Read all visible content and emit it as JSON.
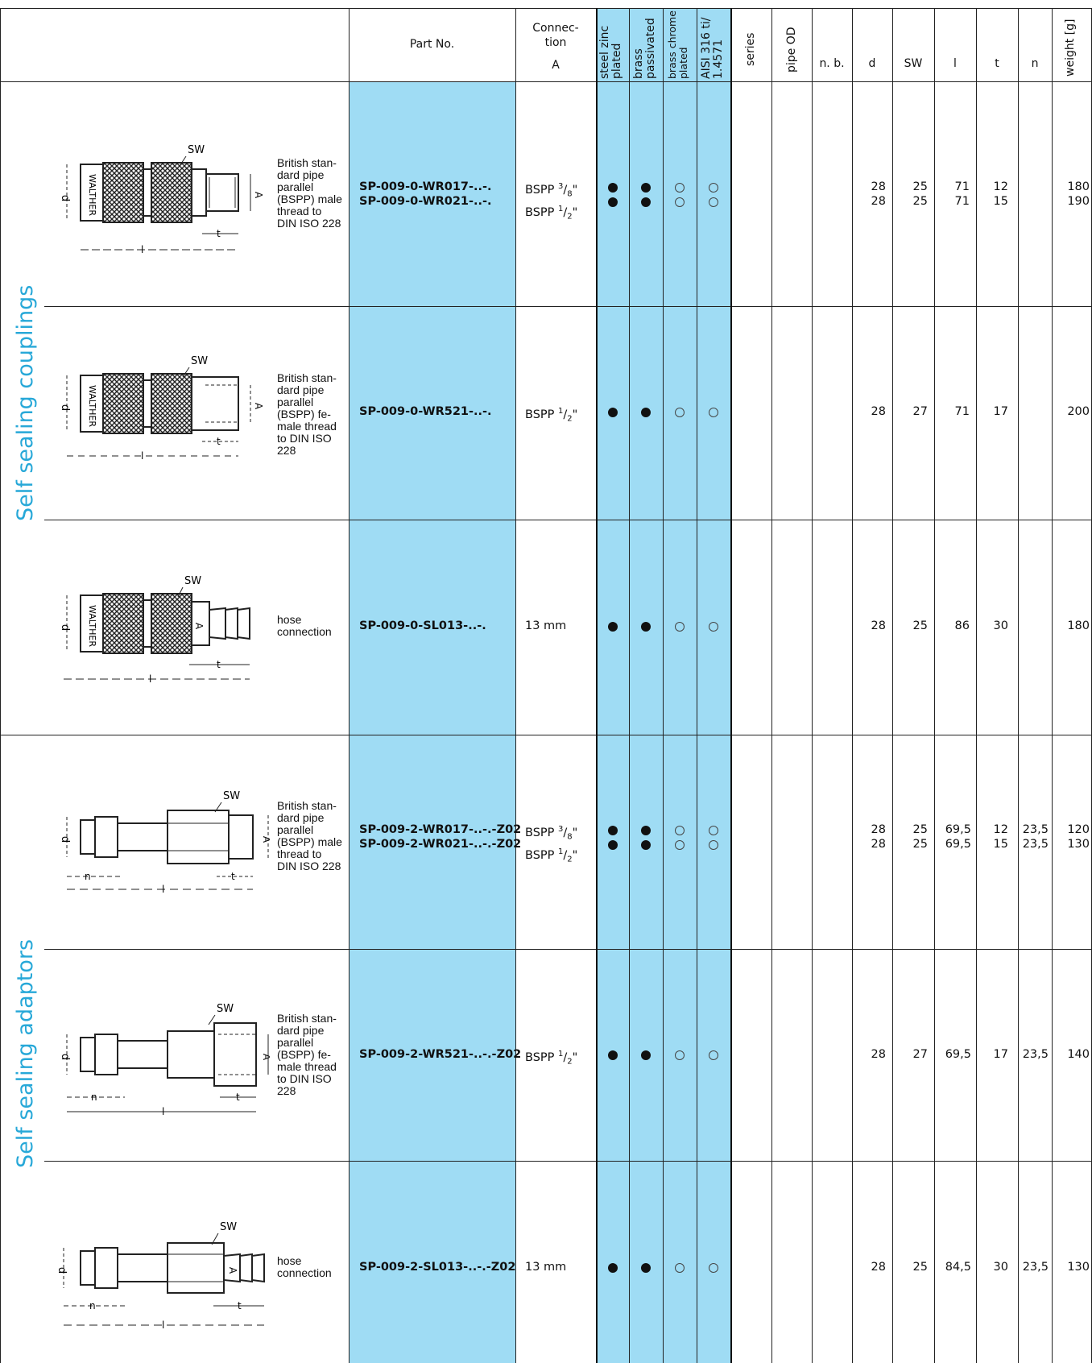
{
  "table": {
    "headers": {
      "part_no": "Part No.",
      "connection_1": "Connec-",
      "connection_2": "tion",
      "connection_3": "A",
      "steel_1": "steel zinc",
      "steel_2": "plated",
      "brass_pass_1": "brass",
      "brass_pass_2": "passivated",
      "brass_chrome_1": "brass chrome",
      "brass_chrome_2": "plated",
      "aisi_1": "AISI 316 ti/",
      "aisi_2": "1.4571",
      "series": "series",
      "pipe_od": "pipe OD",
      "nb": "n. b.",
      "d": "d",
      "sw": "SW",
      "l": "l",
      "t": "t",
      "n": "n",
      "weight": "weight [g]"
    },
    "sections": {
      "couplings": "Self sealing couplings",
      "adaptors": "Self sealing adaptors"
    },
    "drawing_labels": {
      "sw": "SW",
      "d": "d",
      "a": "A",
      "l": "l",
      "t": "t",
      "n": "n",
      "brand": "WALTHER"
    },
    "rows": [
      {
        "desc": [
          "British stan-",
          "dard pipe",
          "parallel",
          "(BSPP) male",
          "thread to",
          "DIN ISO 228"
        ],
        "parts": [
          "SP-009-0-WR017-..-.",
          "SP-009-0-WR021-..-."
        ],
        "conn": [
          {
            "base": "BSPP ",
            "num": "3",
            "den": "8",
            "tail": "\""
          },
          {
            "base": "BSPP ",
            "num": "1",
            "den": "2",
            "tail": "\""
          }
        ],
        "d": [
          "28",
          "28"
        ],
        "sw": [
          "25",
          "25"
        ],
        "l": [
          "71",
          "71"
        ],
        "t": [
          "12",
          "15"
        ],
        "n": [
          "",
          ""
        ],
        "weight": [
          "180",
          "190"
        ]
      },
      {
        "desc": [
          "British stan-",
          "dard pipe",
          "parallel",
          "(BSPP) fe-",
          "male thread",
          "to DIN ISO",
          "228"
        ],
        "parts": [
          "SP-009-0-WR521-..-."
        ],
        "conn": [
          {
            "base": "BSPP ",
            "num": "1",
            "den": "2",
            "tail": "\""
          }
        ],
        "d": [
          "28"
        ],
        "sw": [
          "27"
        ],
        "l": [
          "71"
        ],
        "t": [
          "17"
        ],
        "n": [
          ""
        ],
        "weight": [
          "200"
        ]
      },
      {
        "desc": [
          "hose",
          "connection"
        ],
        "parts": [
          "SP-009-0-SL013-..-."
        ],
        "conn": [
          {
            "base": "13 mm",
            "num": "",
            "den": "",
            "tail": ""
          }
        ],
        "d": [
          "28"
        ],
        "sw": [
          "25"
        ],
        "l": [
          "86"
        ],
        "t": [
          "30"
        ],
        "n": [
          ""
        ],
        "weight": [
          "180"
        ]
      },
      {
        "desc": [
          "British stan-",
          "dard pipe",
          "parallel",
          "(BSPP) male",
          "thread to",
          "DIN ISO 228"
        ],
        "parts": [
          "SP-009-2-WR017-..-.-Z02",
          "SP-009-2-WR021-..-.-Z02"
        ],
        "conn": [
          {
            "base": "BSPP ",
            "num": "3",
            "den": "8",
            "tail": "\""
          },
          {
            "base": "BSPP ",
            "num": "1",
            "den": "2",
            "tail": "\""
          }
        ],
        "d": [
          "28",
          "28"
        ],
        "sw": [
          "25",
          "25"
        ],
        "l": [
          "69,5",
          "69,5"
        ],
        "t": [
          "12",
          "15"
        ],
        "n": [
          "23,5",
          "23,5"
        ],
        "weight": [
          "120",
          "130"
        ]
      },
      {
        "desc": [
          "British stan-",
          "dard pipe",
          "parallel",
          "(BSPP) fe-",
          "male thread",
          "to DIN ISO",
          "228"
        ],
        "parts": [
          "SP-009-2-WR521-..-.-Z02"
        ],
        "conn": [
          {
            "base": "BSPP ",
            "num": "1",
            "den": "2",
            "tail": "\""
          }
        ],
        "d": [
          "28"
        ],
        "sw": [
          "27"
        ],
        "l": [
          "69,5"
        ],
        "t": [
          "17"
        ],
        "n": [
          "23,5"
        ],
        "weight": [
          "140"
        ]
      },
      {
        "desc": [
          "hose",
          "connection"
        ],
        "parts": [
          "SP-009-2-SL013-..-.-Z02"
        ],
        "conn": [
          {
            "base": "13 mm",
            "num": "",
            "den": "",
            "tail": ""
          }
        ],
        "d": [
          "28"
        ],
        "sw": [
          "25"
        ],
        "l": [
          "84,5"
        ],
        "t": [
          "30"
        ],
        "n": [
          "23,5"
        ],
        "weight": [
          "130"
        ]
      }
    ],
    "material_marks": {
      "steel": "filled",
      "brass_passivated": "filled",
      "brass_chrome": "open",
      "aisi": "open"
    }
  }
}
